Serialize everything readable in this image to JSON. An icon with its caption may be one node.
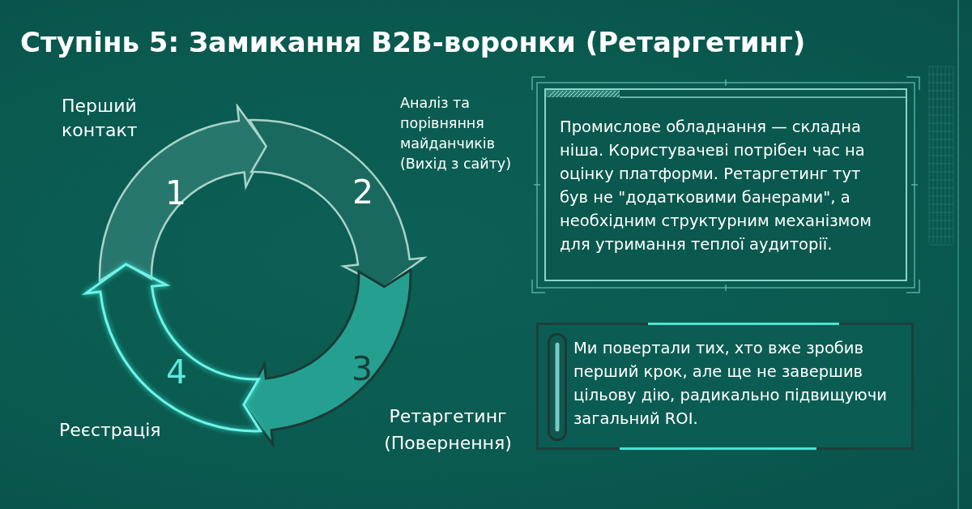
{
  "diagram": {
    "title": "Ступінь 5: Замикання B2B-воронки (Ретаргетинг)",
    "nodes": [
      {
        "text": [
          "1"
        ],
        "beside": [
          "Перший контакт"
        ]
      },
      {
        "text": [
          "2"
        ],
        "beside": [
          "Аналіз та порівняння майданчиків (Вихід з сайту)"
        ]
      },
      {
        "text": [
          "3"
        ],
        "beside": [
          "Ретаргетинг (Повернення)"
        ]
      },
      {
        "text": [
          "4"
        ],
        "beside": [
          "Реєстрація"
        ]
      },
      {
        "text": [
          "Промислове обладнання — складна ніша. Користувачеві потрібен час на оцінку платформи. Ретаргетинг тут був не \"додатковими банерами\", а необхідним структурним механізмом для утримання теплої аудиторії."
        ]
      },
      {
        "text": [
          "Ми повертали тих, хто вже зробив перший крок, але ще не завершив цільову дію, радикально підвищуючи загальний ROI."
        ]
      }
    ]
  }
}
